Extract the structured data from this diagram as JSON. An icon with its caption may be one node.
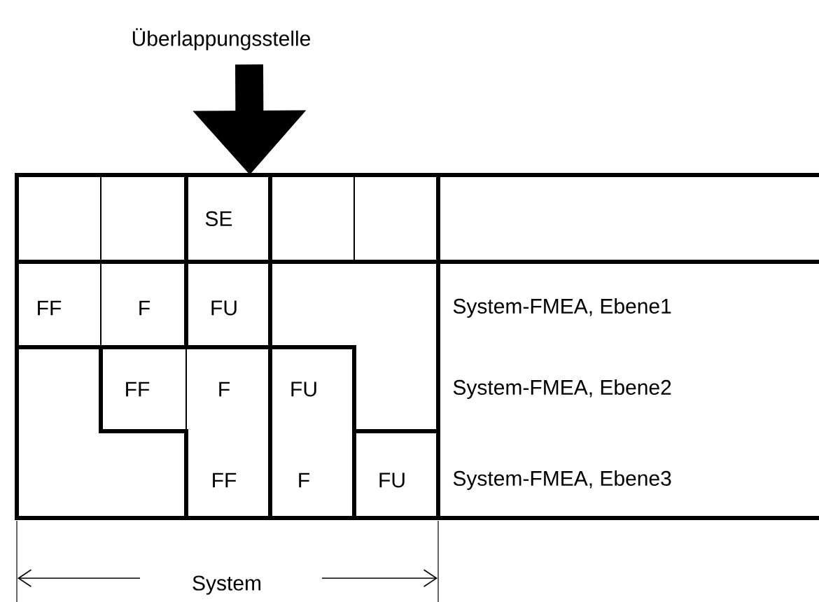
{
  "diagram": {
    "nodes": [
      {
        "text": [
          "Überlappungsstelle"
        ]
      },
      {
        "text": [
          "SE"
        ]
      }
    ],
    "edges": [
      {
        "from": 0,
        "to": 1,
        "arrow": "to"
      }
    ],
    "labels": [
      "FF",
      "F",
      "FU",
      "System-FMEA, Ebene1",
      "FF",
      "F",
      "FU",
      "System-FMEA, Ebene2",
      "FF",
      "F",
      "FU",
      "System-FMEA, Ebene3",
      "System"
    ]
  }
}
